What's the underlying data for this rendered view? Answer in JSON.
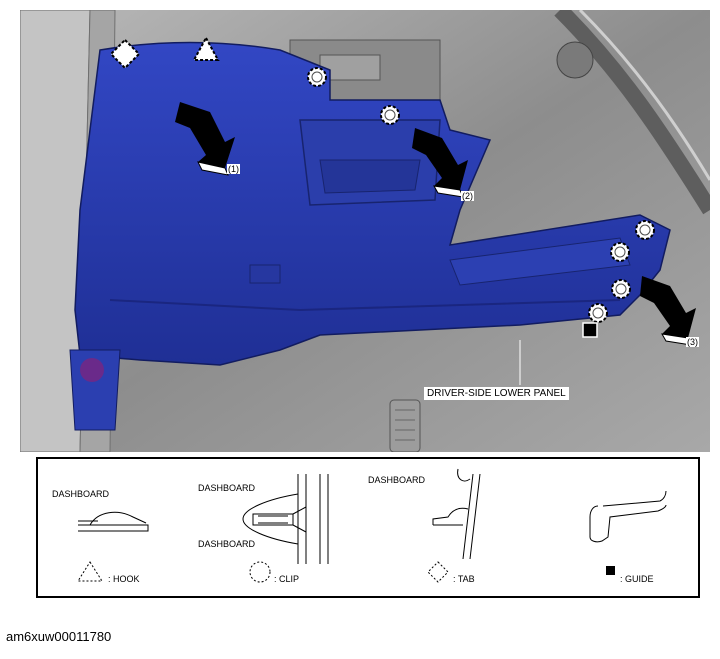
{
  "diagram": {
    "callouts": {
      "step1": "(1)",
      "step2": "(2)",
      "step3": "(3)",
      "panel_label": "DRIVER-SIDE LOWER PANEL"
    },
    "legend": {
      "hook_dashboard": "DASHBOARD",
      "clip_dashboard_top": "DASHBOARD",
      "clip_dashboard_bottom": "DASHBOARD",
      "tab_dashboard": "DASHBOARD",
      "hook_label": ": HOOK",
      "clip_label": ": CLIP",
      "tab_label": ": TAB",
      "guide_label": ": GUIDE"
    },
    "colors": {
      "panel": "#2a3fb0",
      "panel_dark": "#1b2a85",
      "background": "#9a9a9a"
    }
  },
  "caption": "am6xuw00011780"
}
